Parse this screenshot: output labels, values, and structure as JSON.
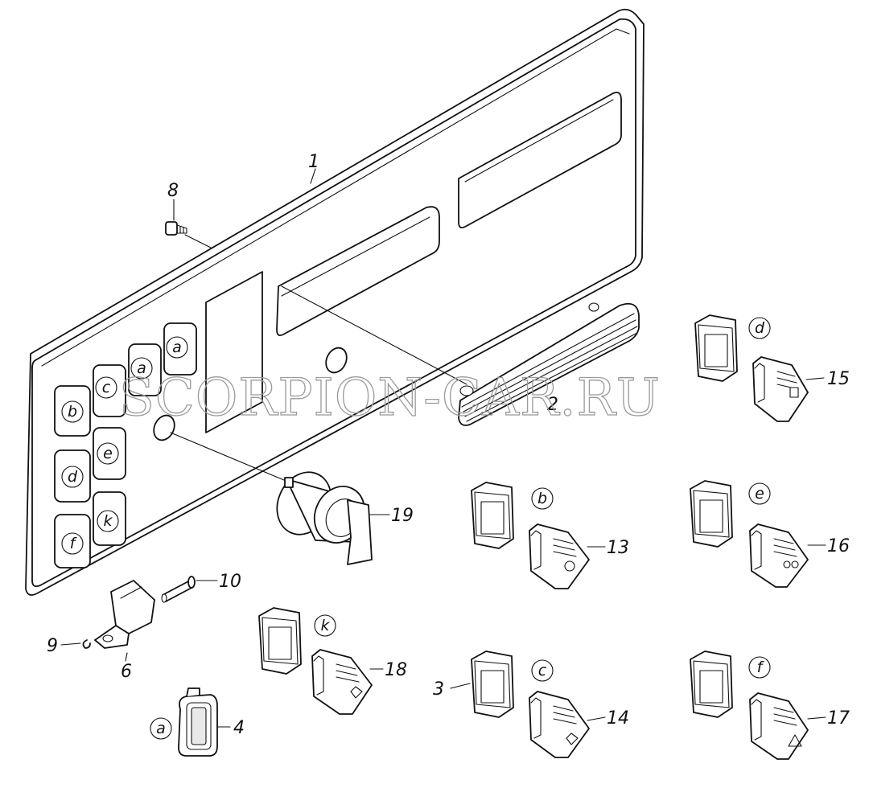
{
  "watermark": "SCORPION-CAR.RU",
  "panel_slot_letters": [
    "a",
    "a",
    "b",
    "c",
    "d",
    "e",
    "f",
    "k"
  ],
  "callouts": [
    "1",
    "2",
    "3",
    "4",
    "6",
    "8",
    "9",
    "10",
    "13",
    "14",
    "15",
    "16",
    "17",
    "18",
    "19"
  ],
  "switch_letters": [
    "d",
    "b",
    "e",
    "k",
    "c",
    "f",
    "a"
  ]
}
